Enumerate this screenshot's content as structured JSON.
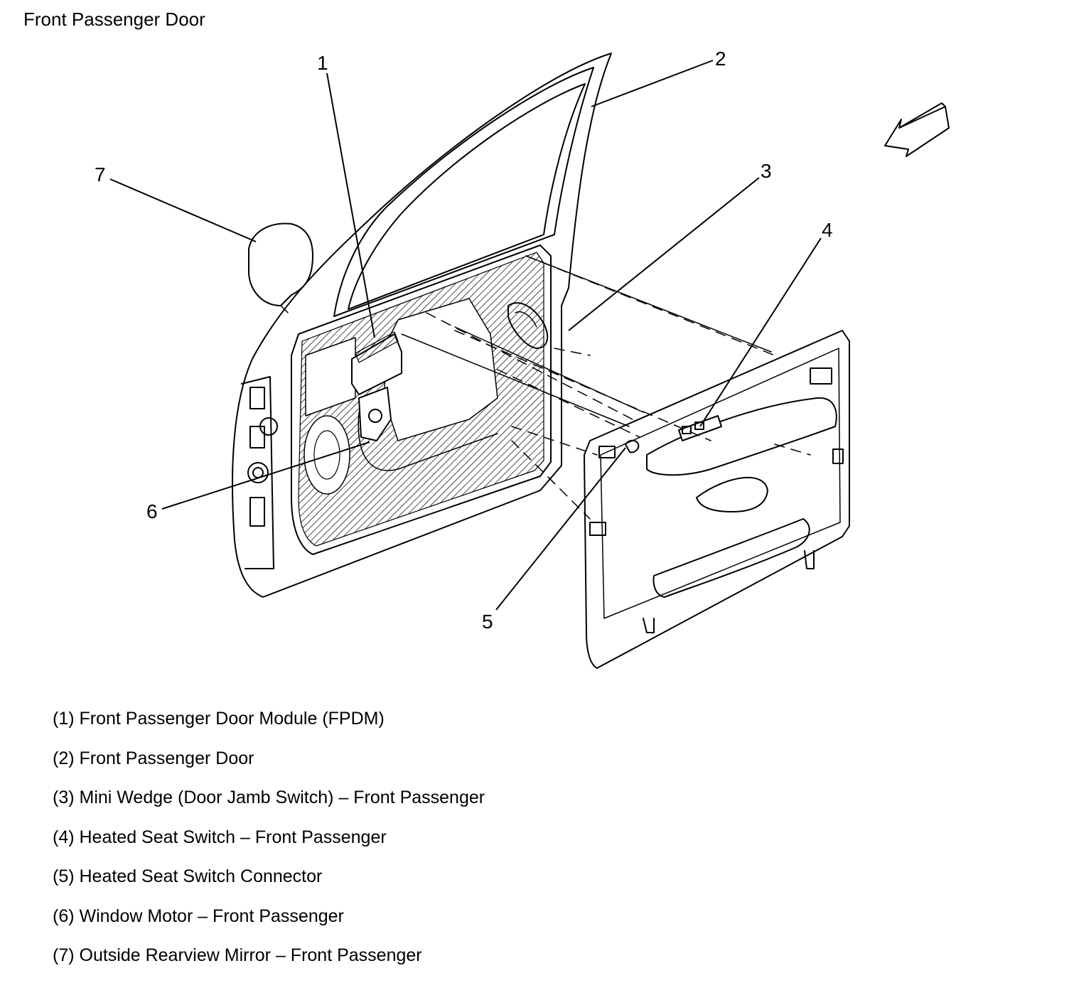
{
  "title": "Front Passenger Door",
  "callouts": [
    {
      "id": "1",
      "number": "1"
    },
    {
      "id": "2",
      "number": "2"
    },
    {
      "id": "3",
      "number": "3"
    },
    {
      "id": "4",
      "number": "4"
    },
    {
      "id": "5",
      "number": "5"
    },
    {
      "id": "6",
      "number": "6"
    },
    {
      "id": "7",
      "number": "7"
    }
  ],
  "legend": [
    "(1) Front Passenger Door Module (FPDM)",
    "(2) Front Passenger Door",
    "(3) Mini Wedge (Door Jamb Switch) – Front Passenger",
    "(4) Heated Seat Switch – Front Passenger",
    "(5) Heated Seat Switch Connector",
    "(6) Window Motor – Front Passenger",
    "(7) Outside Rearview Mirror – Front Passenger"
  ],
  "icons": {
    "direction_arrow": "forward-arrow-icon"
  },
  "colors": {
    "line": "#000000",
    "hatch": "#000000",
    "background": "#ffffff"
  }
}
